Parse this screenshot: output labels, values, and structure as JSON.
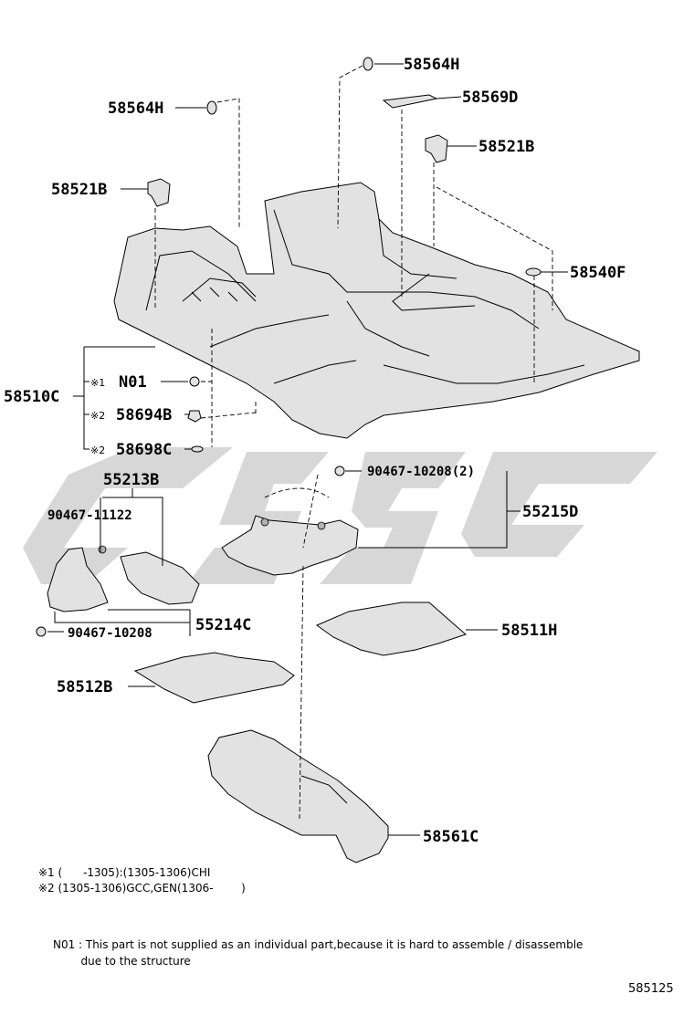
{
  "callouts": {
    "p58564H_top": "58564H",
    "p58569D": "58569D",
    "p58564H_left": "58564H",
    "p58521B_right": "58521B",
    "p58521B_left": "58521B",
    "p58540F": "58540F",
    "p58510C": "58510C",
    "N01": "N01",
    "p58694B": "58694B",
    "p58698C": "58698C",
    "p90467_10208_2": "90467-10208(2)",
    "p55213B": "55213B",
    "p90467_11122": "90467-11122",
    "p55215D": "55215D",
    "p55214C": "55214C",
    "p90467_10208": "90467-10208",
    "p58511H": "58511H",
    "p58512B": "58512B",
    "p58561C": "58561C"
  },
  "marks": {
    "m1": "※1",
    "m2a": "※2",
    "m2b": "※2"
  },
  "notes": {
    "line1": "※1 (      -1305):(1305-1306)CHI",
    "line2": "※2 (1305-1306)GCC,GEN(1306-        )",
    "n01_line1": "N01 : This part is not supplied as an individual part,because it is hard to assemble / disassemble",
    "n01_line2": "        due to the structure"
  },
  "ref_code": "585125",
  "colors": {
    "line": "#000000",
    "part_fill": "#e2e2e2",
    "watermark": "#c9c9c9"
  }
}
